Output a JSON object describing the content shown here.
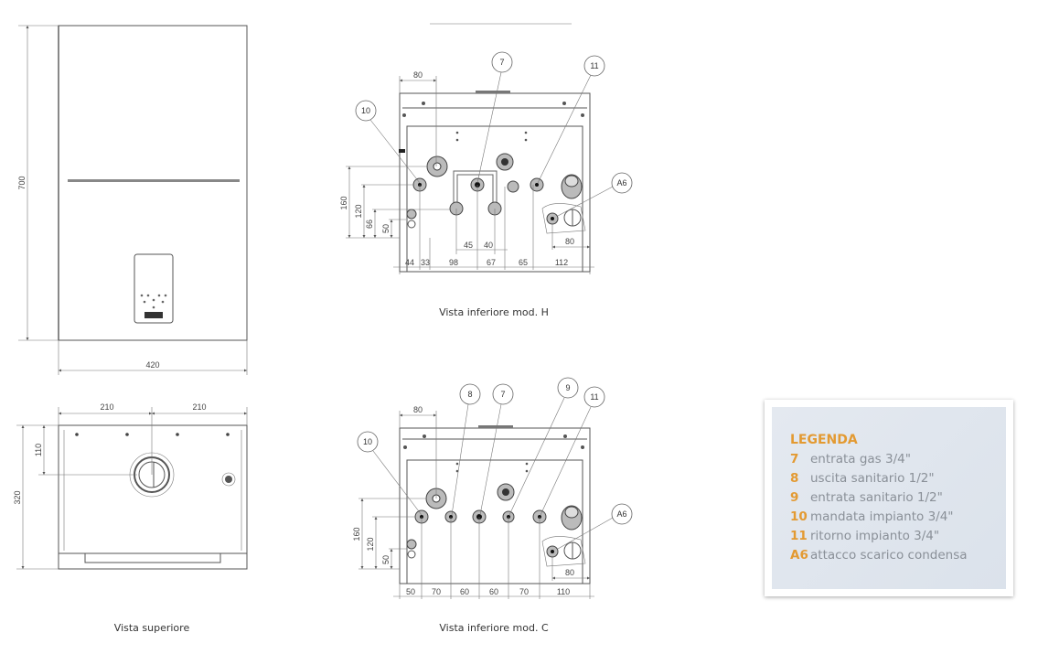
{
  "front_view": {
    "dim_height": "700",
    "dim_width": "420"
  },
  "top_view": {
    "caption": "Vista superiore",
    "dim_left": "210",
    "dim_right": "210",
    "dim_depth": "320",
    "dim_flue": "110"
  },
  "bottom_h": {
    "caption": "Vista inferiore mod. H",
    "callouts": [
      "10",
      "7",
      "11",
      "A6"
    ],
    "dim_top": "80",
    "dims_vertical": [
      "160",
      "120",
      "66",
      "50"
    ],
    "dims_bottom": [
      "44",
      "33",
      "98",
      "67",
      "65",
      "112"
    ],
    "dims_mid": [
      "45",
      "40"
    ],
    "dim_condensate": "80"
  },
  "bottom_c": {
    "caption": "Vista inferiore mod. C",
    "callouts": [
      "10",
      "8",
      "7",
      "9",
      "11",
      "A6"
    ],
    "dim_top": "80",
    "dims_vertical": [
      "160",
      "120",
      "50"
    ],
    "dims_bottom": [
      "50",
      "70",
      "60",
      "60",
      "70",
      "110"
    ],
    "dim_condensate": "80"
  },
  "legend": {
    "title": "LEGENDA",
    "items": [
      {
        "code": "7",
        "text": "entrata gas 3/4\""
      },
      {
        "code": "8",
        "text": "uscita sanitario 1/2\""
      },
      {
        "code": "9",
        "text": "entrata sanitario 1/2\""
      },
      {
        "code": "10",
        "text": "mandata impianto 3/4\""
      },
      {
        "code": "11",
        "text": "ritorno impianto 3/4\""
      },
      {
        "code": "A6",
        "text": "attacco scarico condensa"
      }
    ]
  },
  "colors": {
    "accent": "#e39a32",
    "legend_text": "#8a9098"
  }
}
